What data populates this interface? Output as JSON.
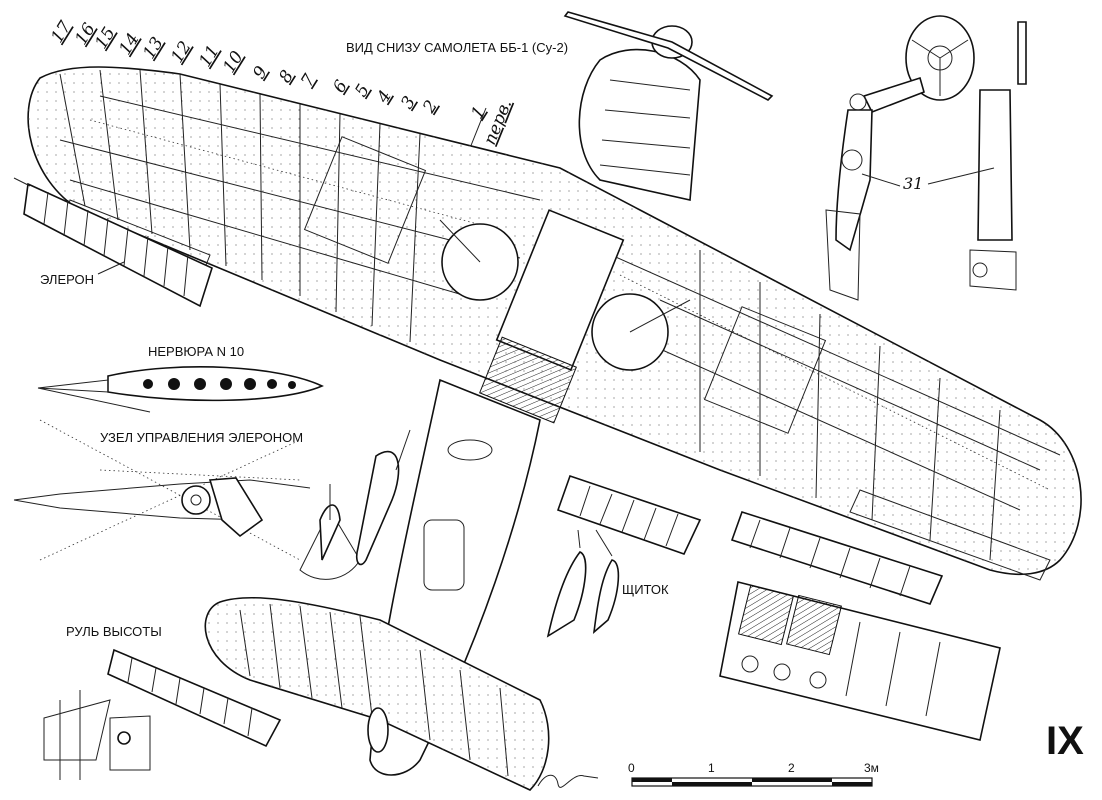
{
  "title": "ВИД СНИЗУ САМОЛЕТА ББ-1 (Су-2)",
  "plate_number": "IX",
  "rib_numbers": [
    "17",
    "16",
    "15",
    "14",
    "13",
    "12",
    "11",
    "10",
    "9",
    "8",
    "7",
    "6",
    "5",
    "4",
    "3",
    "2",
    "1"
  ],
  "rib_first_suffix": "перв.",
  "callout_31": "31",
  "labels": {
    "aileron": "ЭЛЕРОН",
    "rib10": "НЕРВЮРА N 10",
    "aileron_control": "УЗЕЛ УПРАВЛЕНИЯ ЭЛЕРОНОМ",
    "elevator": "РУЛЬ ВЫСОТЫ",
    "flap": "ЩИТОК"
  },
  "scale_bar": {
    "ticks": [
      "0",
      "1",
      "2",
      "3м"
    ],
    "segments": 6
  }
}
